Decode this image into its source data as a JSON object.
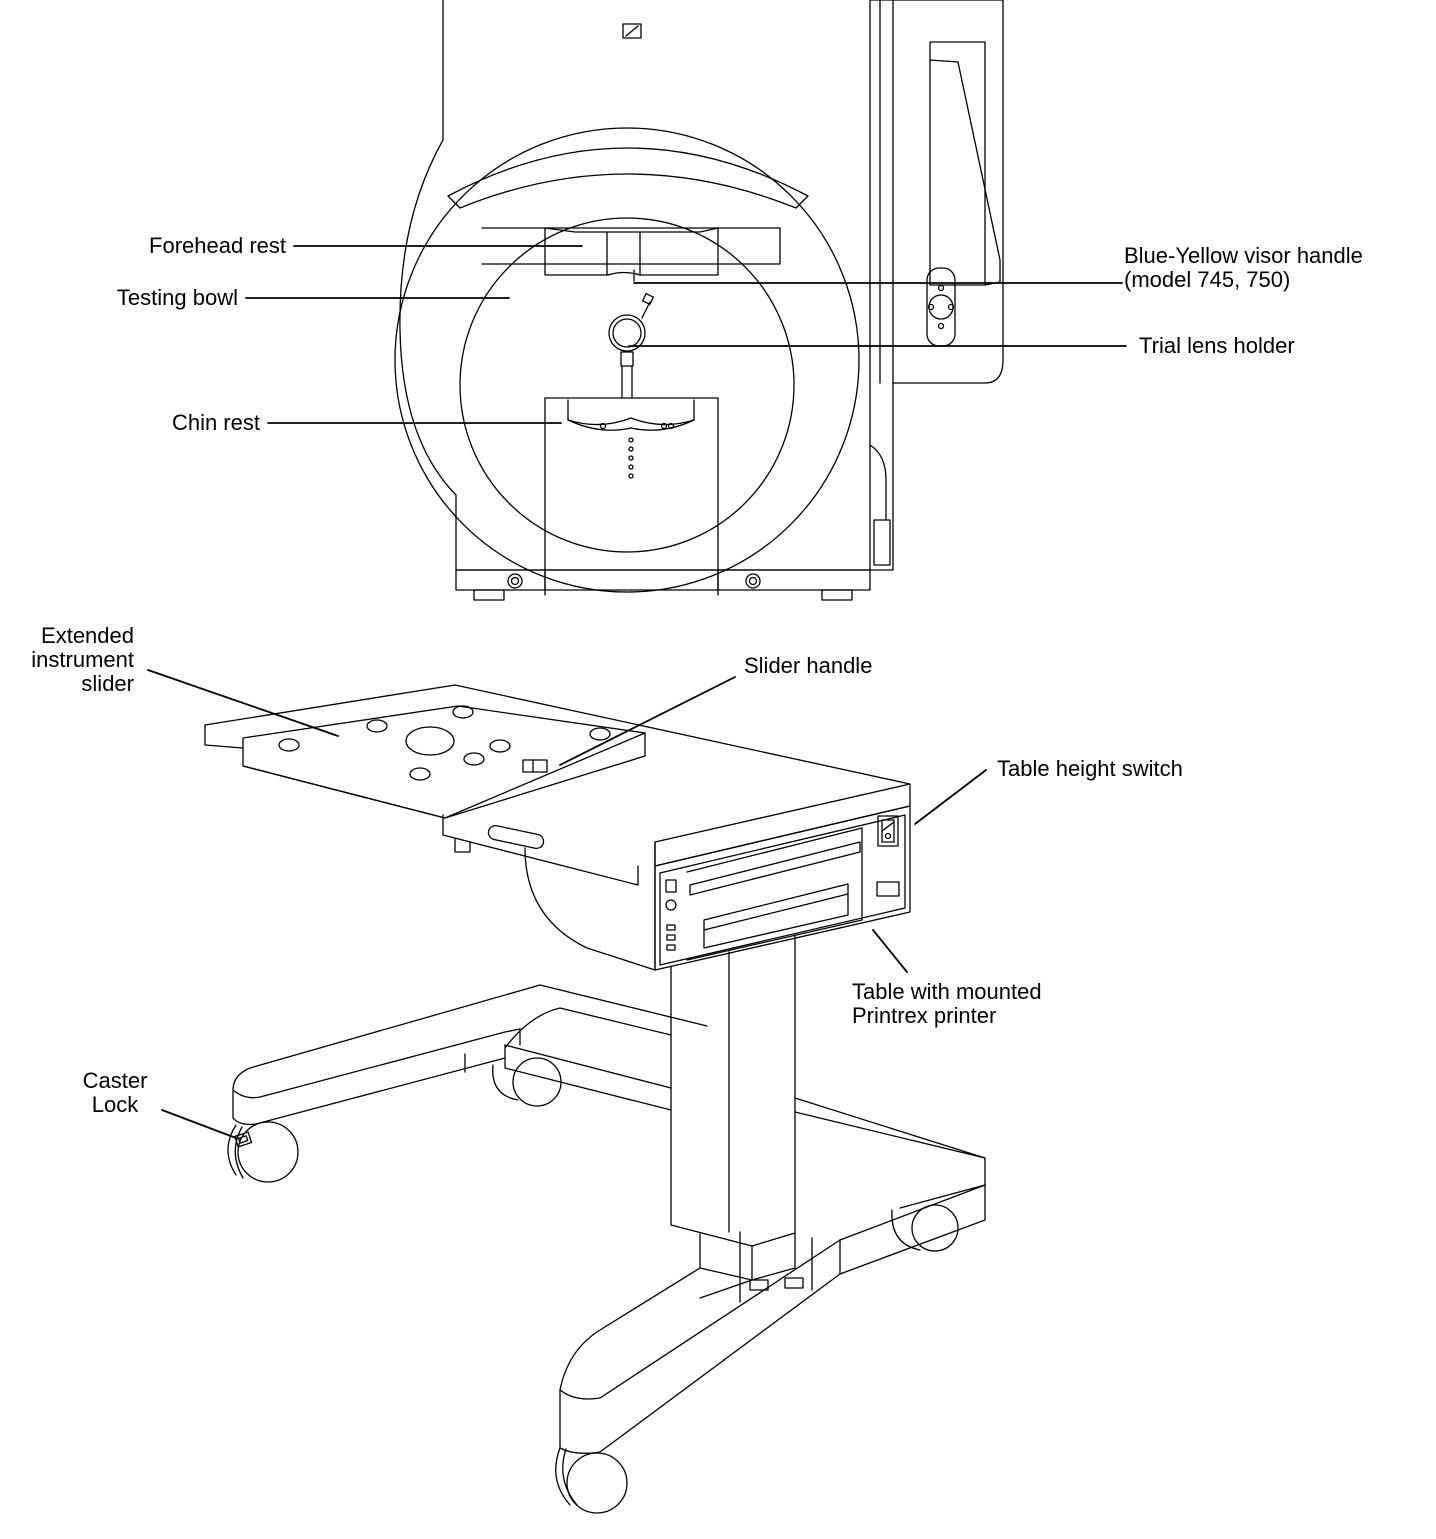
{
  "colors": {
    "ink": "#000000",
    "paper": "#ffffff"
  },
  "labels": {
    "forehead_rest": "Forehead rest",
    "testing_bowl": "Testing bowl",
    "chin_rest": "Chin rest",
    "visor_handle": [
      "Blue-Yellow visor handle",
      "(model 745, 750)"
    ],
    "trial_lens_holder": "Trial lens holder",
    "extended_slider": [
      "Extended",
      "instrument",
      "slider"
    ],
    "slider_handle": "Slider handle",
    "table_height_switch": "Table height switch",
    "table_printer": [
      "Table with mounted",
      "Printrex printer"
    ],
    "caster_lock": [
      "Caster",
      "Lock"
    ]
  }
}
